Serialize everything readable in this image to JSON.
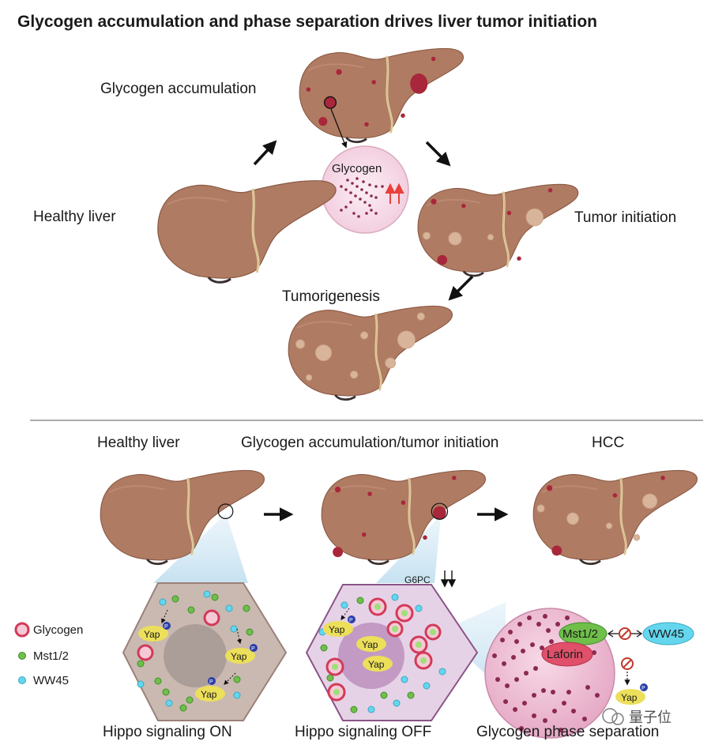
{
  "title": "Glycogen accumulation and phase separation drives liver tumor initiation",
  "top": {
    "glycogen_accumulation": "Glycogen accumulation",
    "healthy_liver": "Healthy liver",
    "tumor_initiation": "Tumor initiation",
    "tumorigenesis": "Tumorigenesis",
    "glycogen_bubble": "Glycogen"
  },
  "bottom": {
    "stage1": "Healthy liver",
    "stage2": "Glycogen accumulation/tumor initiation",
    "stage3": "HCC",
    "g6pc": "G6PC",
    "caption1": "Hippo signaling ON",
    "caption2": "Hippo signaling OFF",
    "caption3": "Glycogen phase separation",
    "yap": "Yap",
    "p": "P",
    "mst": "Mst1/2",
    "ww45": "WW45",
    "laforin": "Laforin"
  },
  "legend": {
    "glycogen": "Glycogen",
    "mst": "Mst1/2",
    "ww45": "WW45"
  },
  "watermark": "量子位",
  "colors": {
    "liver": "#b07b63",
    "liver_edge": "#8a5a45",
    "lesion": "#a8273a",
    "tumor": "#d8b49a",
    "mst_green": "#6fbf4a",
    "ww45_cyan": "#64d6ee",
    "yap_yellow": "#ecdf5a",
    "laforin_red": "#e0506a",
    "glycogen_dot": "#8b2a50"
  }
}
